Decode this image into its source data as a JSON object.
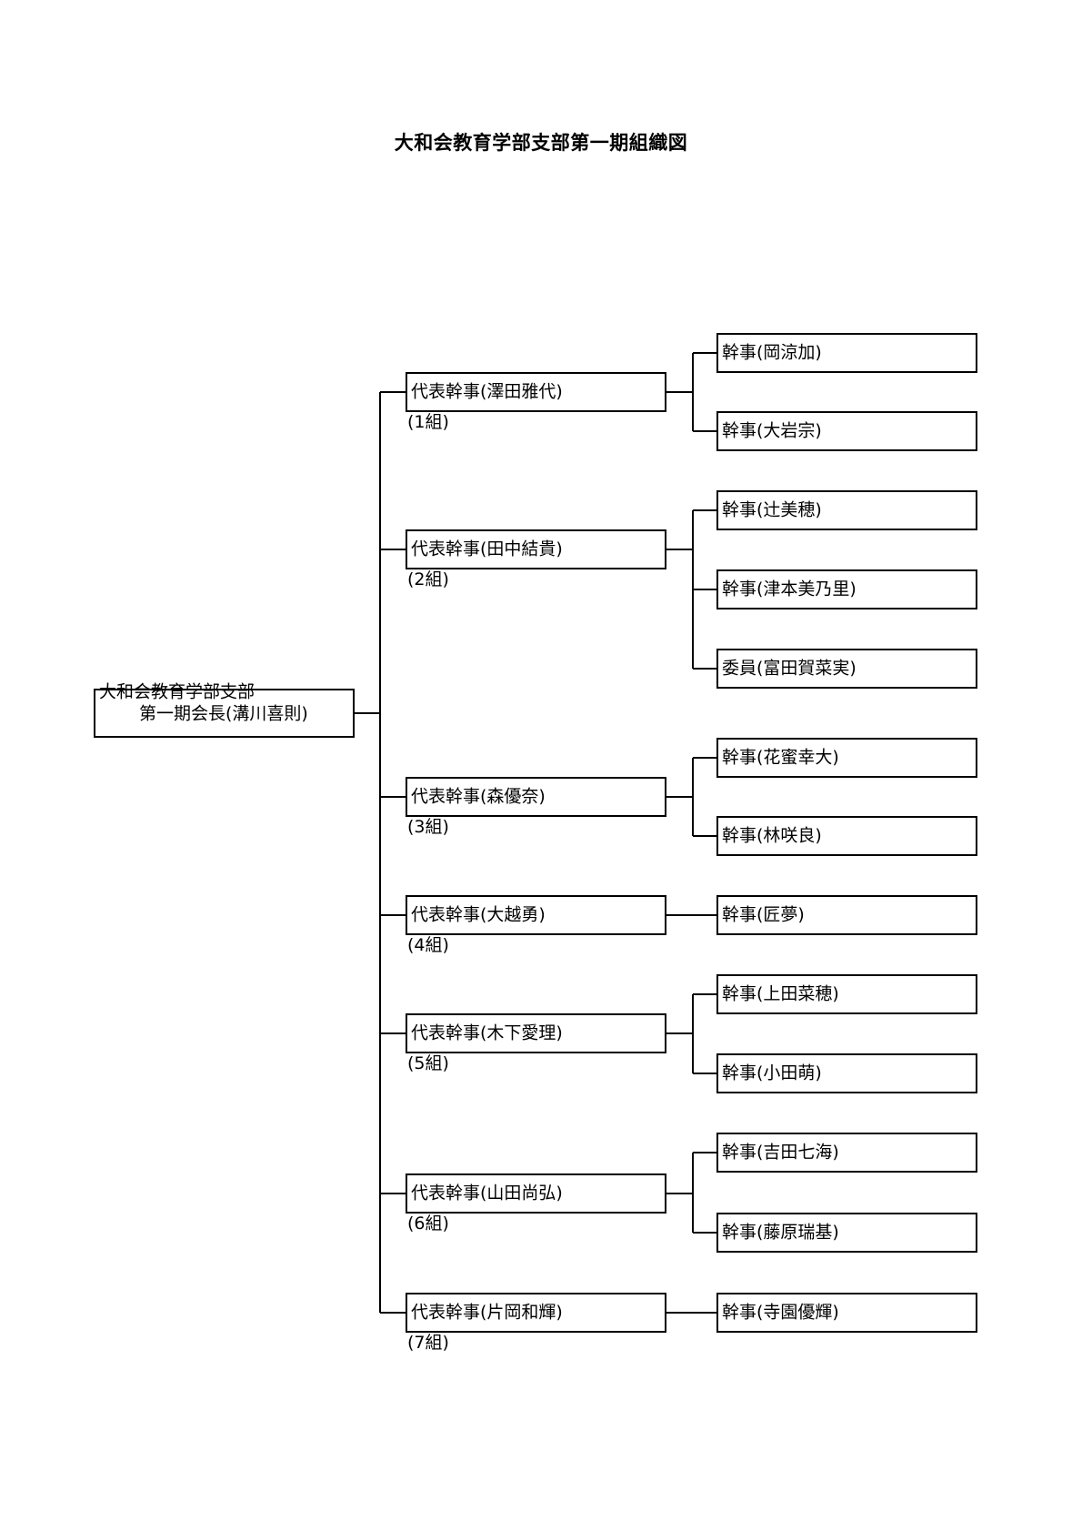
{
  "title": "大和会教育学部支部第一期組織図",
  "root": {
    "line1": "大和会教育学部支部",
    "line2": "第一期会長(溝川喜則)"
  },
  "groups": [
    {
      "rep": "代表幹事(澤田雅代)",
      "label": "(1組)",
      "members": [
        "幹事(岡涼加)",
        "幹事(大岩宗)"
      ]
    },
    {
      "rep": "代表幹事(田中結貴)",
      "label": "(2組)",
      "members": [
        "幹事(辻美穂)",
        "幹事(津本美乃里)",
        "委員(富田賀菜実)"
      ]
    },
    {
      "rep": "代表幹事(森優奈)",
      "label": "(3組)",
      "members": [
        "幹事(花蜜幸大)",
        "幹事(林咲良)"
      ]
    },
    {
      "rep": "代表幹事(大越勇)",
      "label": "(4組)",
      "members": [
        "幹事(匠夢)"
      ]
    },
    {
      "rep": "代表幹事(木下愛理)",
      "label": "(5組)",
      "members": [
        "幹事(上田菜穂)",
        "幹事(小田萌)"
      ]
    },
    {
      "rep": "代表幹事(山田尚弘)",
      "label": "(6組)",
      "members": [
        "幹事(吉田七海)",
        "幹事(藤原瑞基)"
      ]
    },
    {
      "rep": "代表幹事(片岡和輝)",
      "label": "(7組)",
      "members": [
        "幹事(寺園優輝)"
      ]
    }
  ]
}
